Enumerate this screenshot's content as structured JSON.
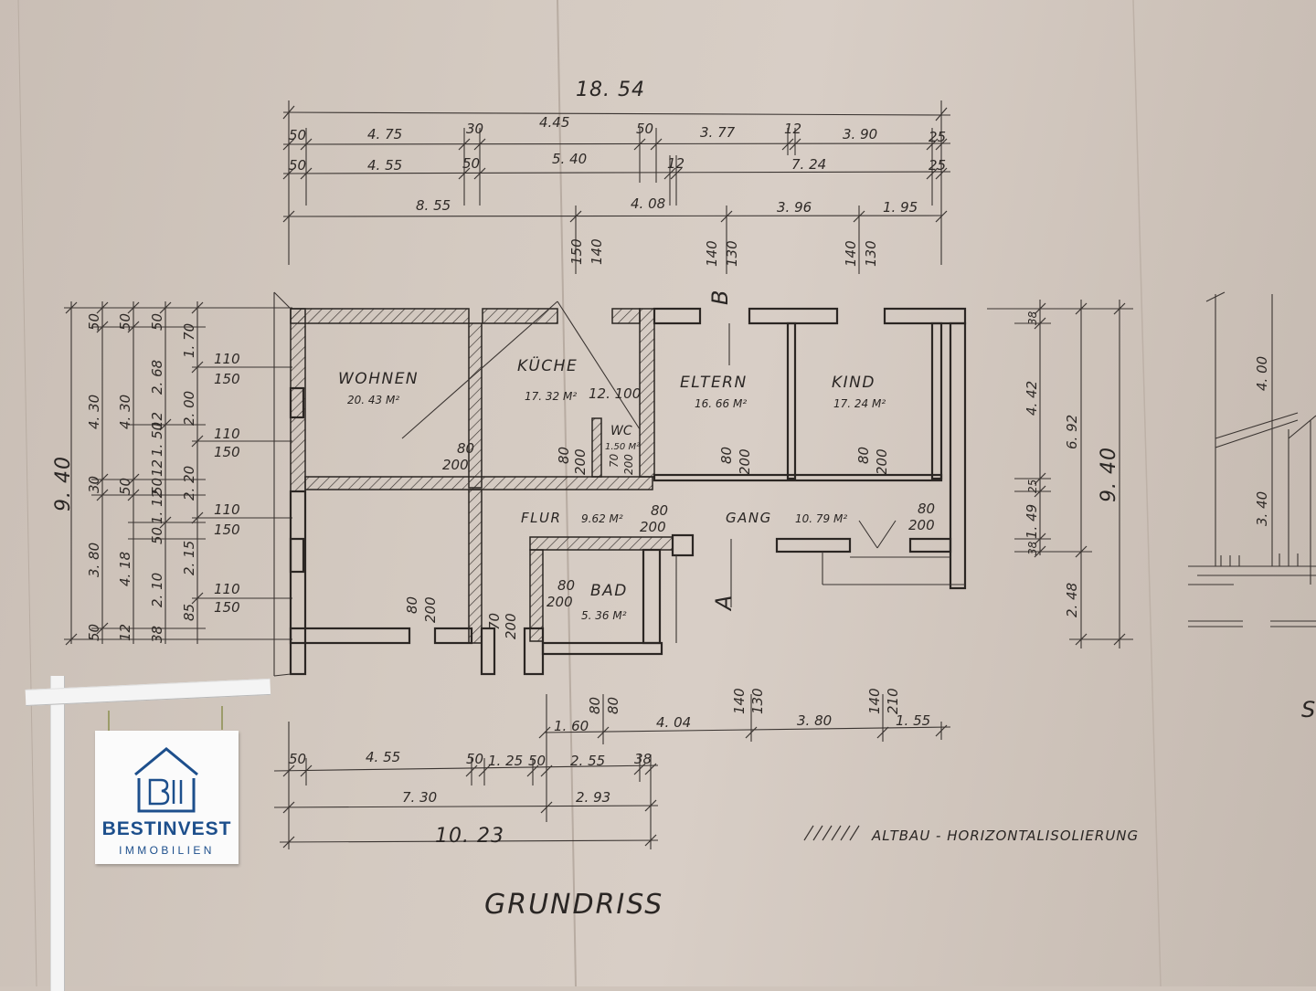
{
  "plan": {
    "title": "GRUNDRISS",
    "legend": "ALTBAU - HORIZONTALISOLIERUNG",
    "section_letter": "S",
    "marker_a": "A",
    "marker_b": "B",
    "rooms": [
      {
        "name": "WOHNEN",
        "area": "20. 43 M²"
      },
      {
        "name": "KÜCHE",
        "area": "17. 32 M²"
      },
      {
        "name": "ELTERN",
        "area": "16. 66 M²"
      },
      {
        "name": "KIND",
        "area": "17. 24 M²"
      },
      {
        "name": "WC",
        "area": "1.50 M²"
      },
      {
        "name": "FLUR",
        "area": "9.62 M²"
      },
      {
        "name": "GANG",
        "area": "10. 79 M²"
      },
      {
        "name": "BAD",
        "area": "5. 36 M²"
      }
    ],
    "top_total": "18. 54",
    "top_row1": [
      "50",
      "4. 75",
      "30",
      "4.45",
      "50",
      "3. 77",
      "12",
      "3. 90",
      "25"
    ],
    "top_row2": [
      "50",
      "4. 55",
      "50",
      "5. 40",
      "12",
      "7. 24",
      "25"
    ],
    "top_row3": [
      "8. 55",
      "4. 08",
      "3. 96",
      "1. 95"
    ],
    "top_vertical": [
      "150",
      "140",
      "140",
      "130",
      "140",
      "130"
    ],
    "left_total": "9. 40",
    "left_col1": [
      "50",
      "4. 30",
      "30",
      "3. 80",
      "50"
    ],
    "left_col2": [
      "50",
      "4. 30",
      "50",
      "4. 18",
      "12"
    ],
    "left_col3": [
      "50",
      "2. 68",
      "12",
      "1. 50",
      "12",
      "50",
      "1. 12",
      "50",
      "2. 10",
      "38"
    ],
    "left_col4": [
      "1. 70",
      "2. 00",
      "2. 20",
      "2. 15",
      "85"
    ],
    "window_labels": [
      "110",
      "150",
      "110",
      "150",
      "110",
      "150",
      "110",
      "150"
    ],
    "door_labels": [
      "80",
      "200",
      "80",
      "200",
      "70",
      "200",
      "80",
      "200",
      "80",
      "200",
      "80",
      "200",
      "80",
      "200",
      "80",
      "200",
      "70",
      "200",
      "80",
      "200"
    ],
    "wc_dims": [
      "70",
      "200"
    ],
    "kitchen_mark": "12. 100",
    "right_col1": [
      "38",
      "4. 42",
      "1. 49",
      "25",
      "38"
    ],
    "right_col2": [
      "6. 92",
      "2. 48"
    ],
    "right_total": "9. 40",
    "section_dims": [
      "4. 00",
      "3. 40"
    ],
    "bottom_vertical": [
      "80",
      "80",
      "140",
      "130",
      "140",
      "210"
    ],
    "bottom_row1": [
      "1. 60",
      "4. 04",
      "3. 80",
      "1. 55"
    ],
    "bottom_row2": [
      "50",
      "4. 55",
      "50",
      "1. 25",
      "50",
      "2. 55",
      "38"
    ],
    "bottom_row3": [
      "7. 30",
      "2. 93"
    ],
    "bottom_total": "10. 23"
  },
  "sign": {
    "brand": "BESTINVEST",
    "sub": "IMMOBILIEN",
    "brand_color": "#1d4f8c"
  }
}
